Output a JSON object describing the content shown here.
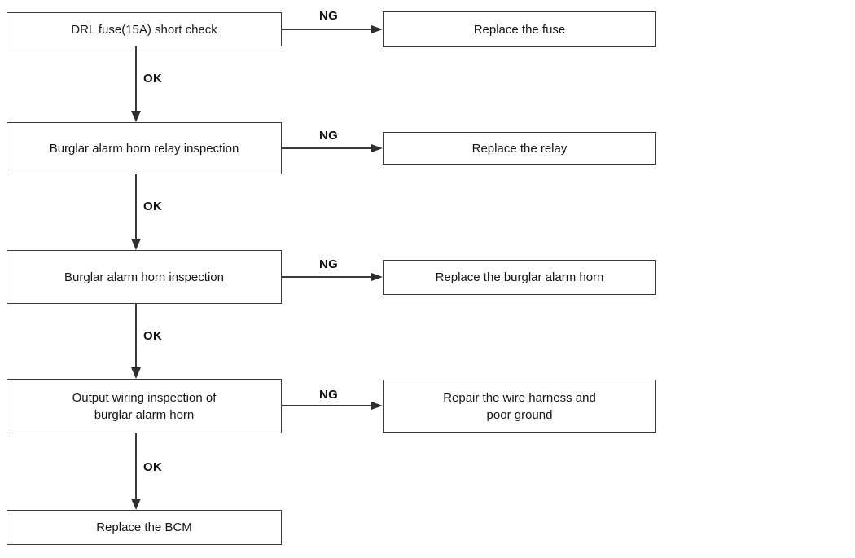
{
  "labels": {
    "ng": "NG",
    "ok": "OK"
  },
  "colors": {
    "line": "#3a3a3a",
    "text": "#161616",
    "background": "#ffffff"
  },
  "steps": [
    {
      "check": [
        "DRL fuse(15A) short check"
      ],
      "result": [
        "Replace the fuse"
      ]
    },
    {
      "check": [
        "Burglar alarm horn relay inspection"
      ],
      "result": [
        "Replace the relay"
      ]
    },
    {
      "check": [
        "Burglar alarm horn inspection"
      ],
      "result": [
        "Replace the burglar alarm horn"
      ]
    },
    {
      "check": [
        "Output wiring inspection of",
        "burglar alarm horn"
      ],
      "result": [
        "Repair the wire harness and",
        "poor ground"
      ]
    },
    {
      "check": [
        "Replace the BCM"
      ]
    }
  ]
}
